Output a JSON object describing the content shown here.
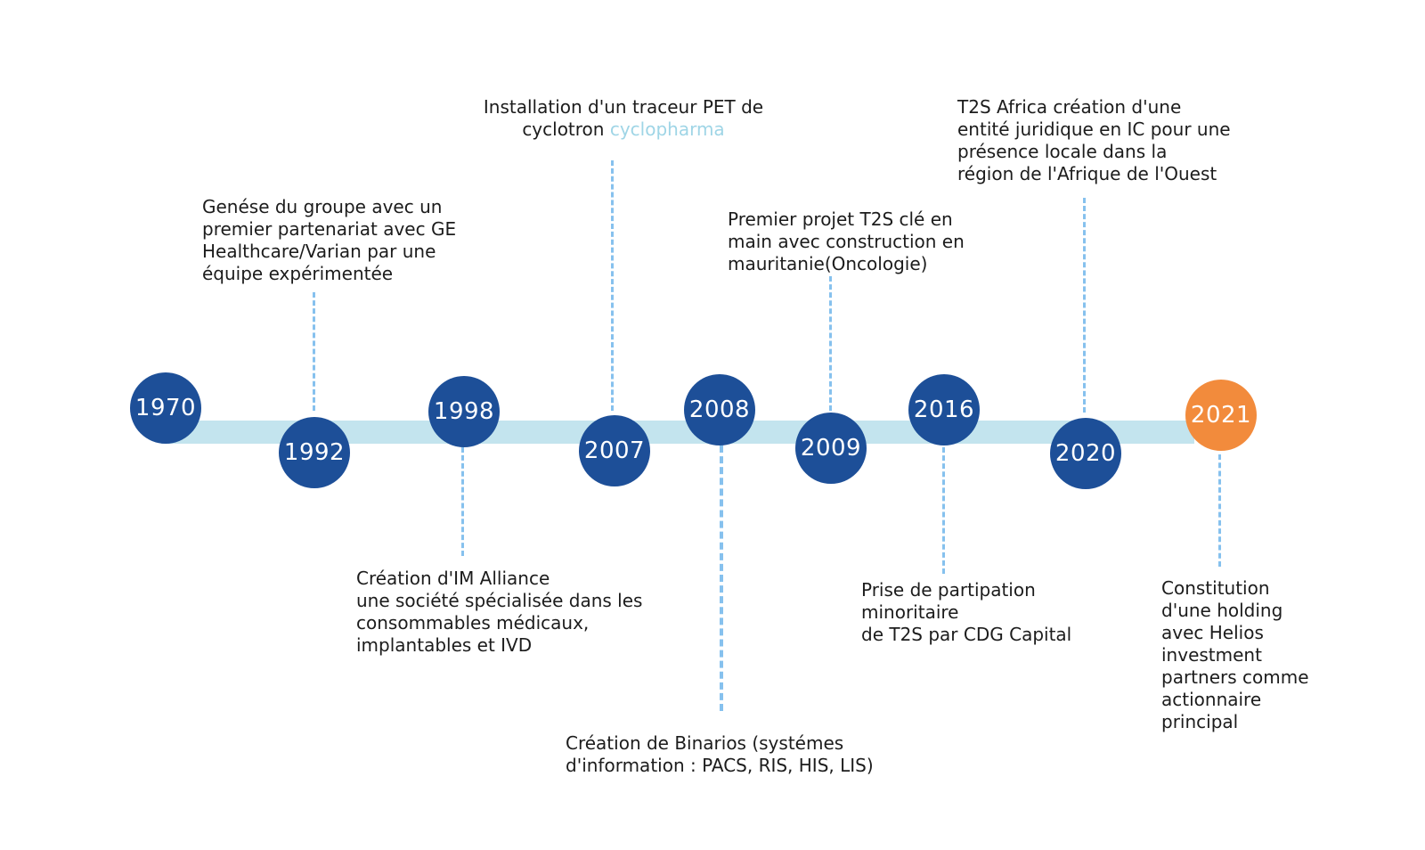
{
  "colors": {
    "track": "#c3e4ee",
    "node": "#1d4f98",
    "node_last": "#f28b3c",
    "connector": "#86c1ee",
    "highlight": "#9fd5e6",
    "text": "#1c1c1c"
  },
  "milestones": [
    {
      "year": "1970",
      "lines": []
    },
    {
      "year": "1992",
      "lines": [
        "Genése du groupe avec un",
        "premier partenariat avec GE",
        "Healthcare/Varian par une",
        "équipe expérimentée"
      ]
    },
    {
      "year": "1998",
      "lines": [
        "Création d'IM Alliance",
        "une société spécialisée dans les",
        "consommables médicaux,",
        "implantables et IVD"
      ]
    },
    {
      "year": "2007",
      "line1": "Installation d'un traceur PET de",
      "line2_prefix": "cyclotron ",
      "line2_highlight": "cyclopharma"
    },
    {
      "year": "2008",
      "lines": [
        "Création de Binarios (systémes",
        "d'information : PACS, RIS, HIS, LIS)"
      ]
    },
    {
      "year": "2009",
      "lines": [
        "Premier projet T2S clé en",
        "main avec construction en",
        "mauritanie(Oncologie)"
      ]
    },
    {
      "year": "2016",
      "lines": [
        "Prise de partipation",
        "minoritaire",
        "de T2S par CDG Capital"
      ]
    },
    {
      "year": "2020",
      "lines": [
        "T2S Africa création d'une",
        "entité juridique en IC pour une",
        "présence locale dans la",
        "région de l'Afrique de l'Ouest"
      ]
    },
    {
      "year": "2021",
      "lines": [
        "Constitution",
        "d'une holding",
        "avec Helios",
        "investment",
        "partners comme",
        "actionnaire",
        "principal"
      ]
    }
  ]
}
